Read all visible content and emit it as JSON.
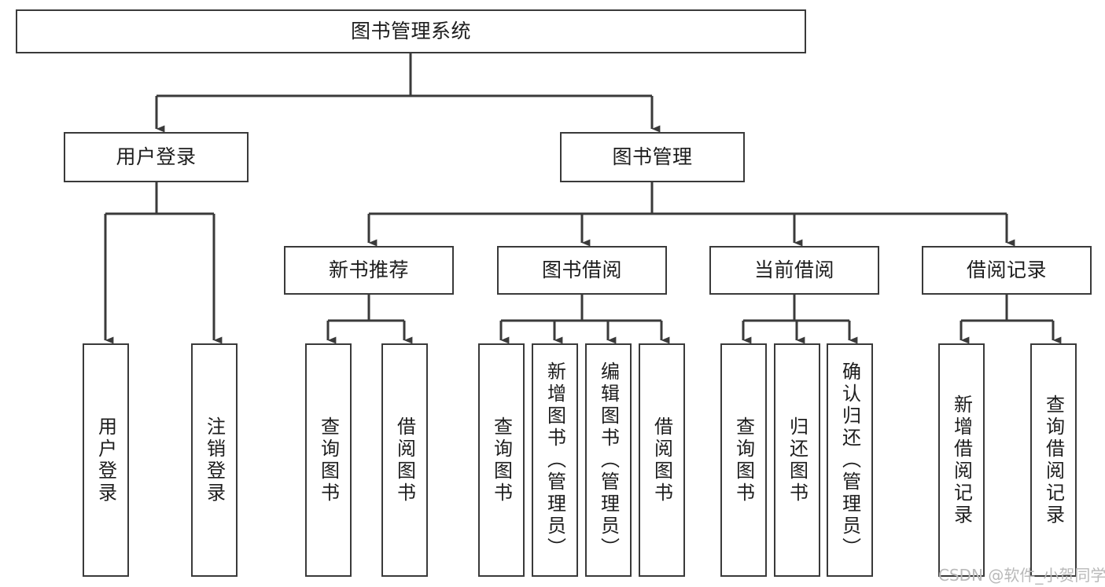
{
  "diagram": {
    "title": "图书管理系统",
    "type": "tree-hierarchy",
    "orientation": "top-down",
    "nodes": {
      "root": {
        "label": "图书管理系统"
      },
      "level1": [
        {
          "id": "user-login",
          "label": "用户登录"
        },
        {
          "id": "book-management",
          "label": "图书管理"
        }
      ],
      "level2": [
        {
          "id": "new-book-recommend",
          "label": "新书推荐",
          "parent": "book-management"
        },
        {
          "id": "book-borrow",
          "label": "图书借阅",
          "parent": "book-management"
        },
        {
          "id": "current-borrow",
          "label": "当前借阅",
          "parent": "book-management"
        },
        {
          "id": "borrow-record",
          "label": "借阅记录",
          "parent": "book-management"
        }
      ],
      "leaves": [
        {
          "id": "leaf-user-login",
          "label": "用户登录",
          "parent": "user-login"
        },
        {
          "id": "leaf-user-logout",
          "label": "注销登录",
          "parent": "user-login"
        },
        {
          "id": "leaf-query-book-1",
          "label": "查询图书",
          "parent": "new-book-recommend"
        },
        {
          "id": "leaf-borrow-book-1",
          "label": "借阅图书",
          "parent": "new-book-recommend"
        },
        {
          "id": "leaf-query-book-2",
          "label": "查询图书",
          "parent": "book-borrow"
        },
        {
          "id": "leaf-add-book",
          "label": "新增图书（管理员）",
          "parent": "book-borrow"
        },
        {
          "id": "leaf-edit-book",
          "label": "编辑图书（管理员）",
          "parent": "book-borrow"
        },
        {
          "id": "leaf-borrow-book-2",
          "label": "借阅图书",
          "parent": "book-borrow"
        },
        {
          "id": "leaf-query-book-3",
          "label": "查询图书",
          "parent": "current-borrow"
        },
        {
          "id": "leaf-return-book",
          "label": "归还图书",
          "parent": "current-borrow"
        },
        {
          "id": "leaf-confirm-return",
          "label": "确认归还（管理员）",
          "parent": "current-borrow"
        },
        {
          "id": "leaf-add-record",
          "label": "新增借阅记录",
          "parent": "borrow-record"
        },
        {
          "id": "leaf-query-record",
          "label": "查询借阅记录",
          "parent": "borrow-record"
        }
      ]
    },
    "colors": {
      "node_border": "#3a3a3a",
      "node_fill": "#ffffff",
      "edge": "#3a3a3a",
      "text": "#1d1d1d",
      "watermark": "#b9b9b9",
      "background": "#ffffff"
    }
  },
  "watermark": {
    "text": "CSDN @软件_小贺同学"
  }
}
